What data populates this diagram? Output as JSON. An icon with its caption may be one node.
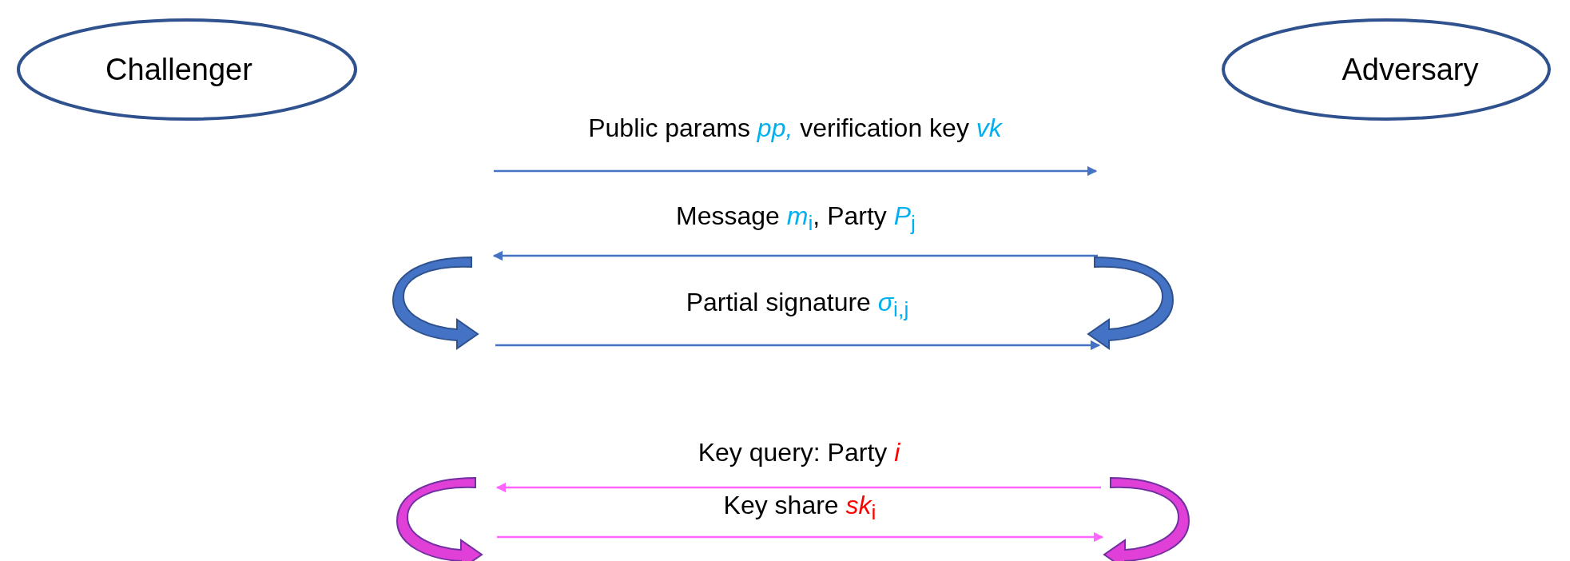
{
  "diagram": {
    "nodes": [
      {
        "text": [
          "Challenger"
        ]
      },
      {
        "text": [
          "Adversary"
        ]
      }
    ],
    "labels": [
      "Public params *pp,* verification key *vk*",
      "Message *m*$_{i}$, Party *P*$_{j}$",
      "Partial signature *σ*$_{i,j}$",
      "Key query: Party *i*",
      "Key share *sk*$_{i}$"
    ]
  }
}
